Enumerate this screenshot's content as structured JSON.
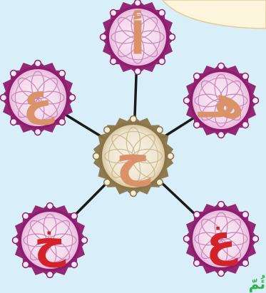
{
  "colors": {
    "background": "#d8eef8",
    "banner": "#fdf5dc",
    "banner_edge": "#e9c89a",
    "connector": "#1a1a1a",
    "outer_ring": "#8f1d6e",
    "outer_fill": "#f3d9ec",
    "outer_pattern": "#c77db5",
    "center_ring": "#8b7448",
    "center_fill": "#efe6d0",
    "center_pattern": "#c9b48a",
    "letter_tan": "#d9926a",
    "letter_red": "#d4222a",
    "footer_text": "#2db24a"
  },
  "center": {
    "letter": "ح",
    "color": "#d9926a"
  },
  "nodes": [
    {
      "letter": "أ",
      "color": "#d9926a"
    },
    {
      "letter": "هـ",
      "color": "#d9926a"
    },
    {
      "letter": "غ",
      "color": "#d4222a"
    },
    {
      "letter": "خ",
      "color": "#d4222a"
    },
    {
      "letter": "ع",
      "color": "#d9926a"
    }
  ],
  "footer": {
    "partial_text": "ئُمّ"
  }
}
